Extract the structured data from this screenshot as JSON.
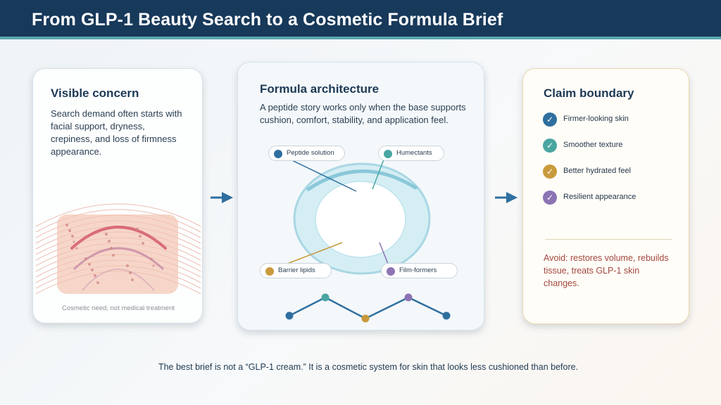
{
  "header": {
    "title": "From GLP-1 Beauty Search to a Cosmetic Formula Brief"
  },
  "concern": {
    "title": "Visible concern",
    "text": "Search demand often starts with facial support, dryness, crepiness, and loss of firmness appearance.",
    "caption": "Cosmetic need, not medical treatment"
  },
  "architecture": {
    "title": "Formula architecture",
    "text": "A peptide story works only when the base supports cushion, comfort, stability, and application feel.",
    "labels": [
      {
        "text": "Peptide solution",
        "color": "#2f6f9f"
      },
      {
        "text": "Humectants",
        "color": "#4aa6a2"
      },
      {
        "text": "Barrier lipids",
        "color": "#c99a3c"
      },
      {
        "text": "Film-formers",
        "color": "#8c74b5"
      }
    ]
  },
  "claims": {
    "title": "Claim boundary",
    "items": [
      {
        "text": "Firmer-looking skin",
        "color": "#2f6f9f"
      },
      {
        "text": "Smoother texture",
        "color": "#4aa6a2"
      },
      {
        "text": "Better hydrated feel",
        "color": "#c99a3c"
      },
      {
        "text": "Resilient appearance",
        "color": "#8c74b5"
      }
    ],
    "avoid": "Avoid: restores volume, rebuilds tissue, treats GLP-1 skin changes."
  },
  "footer": {
    "text": "The best brief is not a “GLP-1 cream.” It is a cosmetic system for skin that looks less cushioned than before."
  },
  "colors": {
    "navy": "#17395a",
    "teal": "#5aa7ad",
    "blue": "#2f6f9f",
    "gold": "#c99a3c",
    "purple": "#8c74b5",
    "warning": "#a4473c"
  }
}
